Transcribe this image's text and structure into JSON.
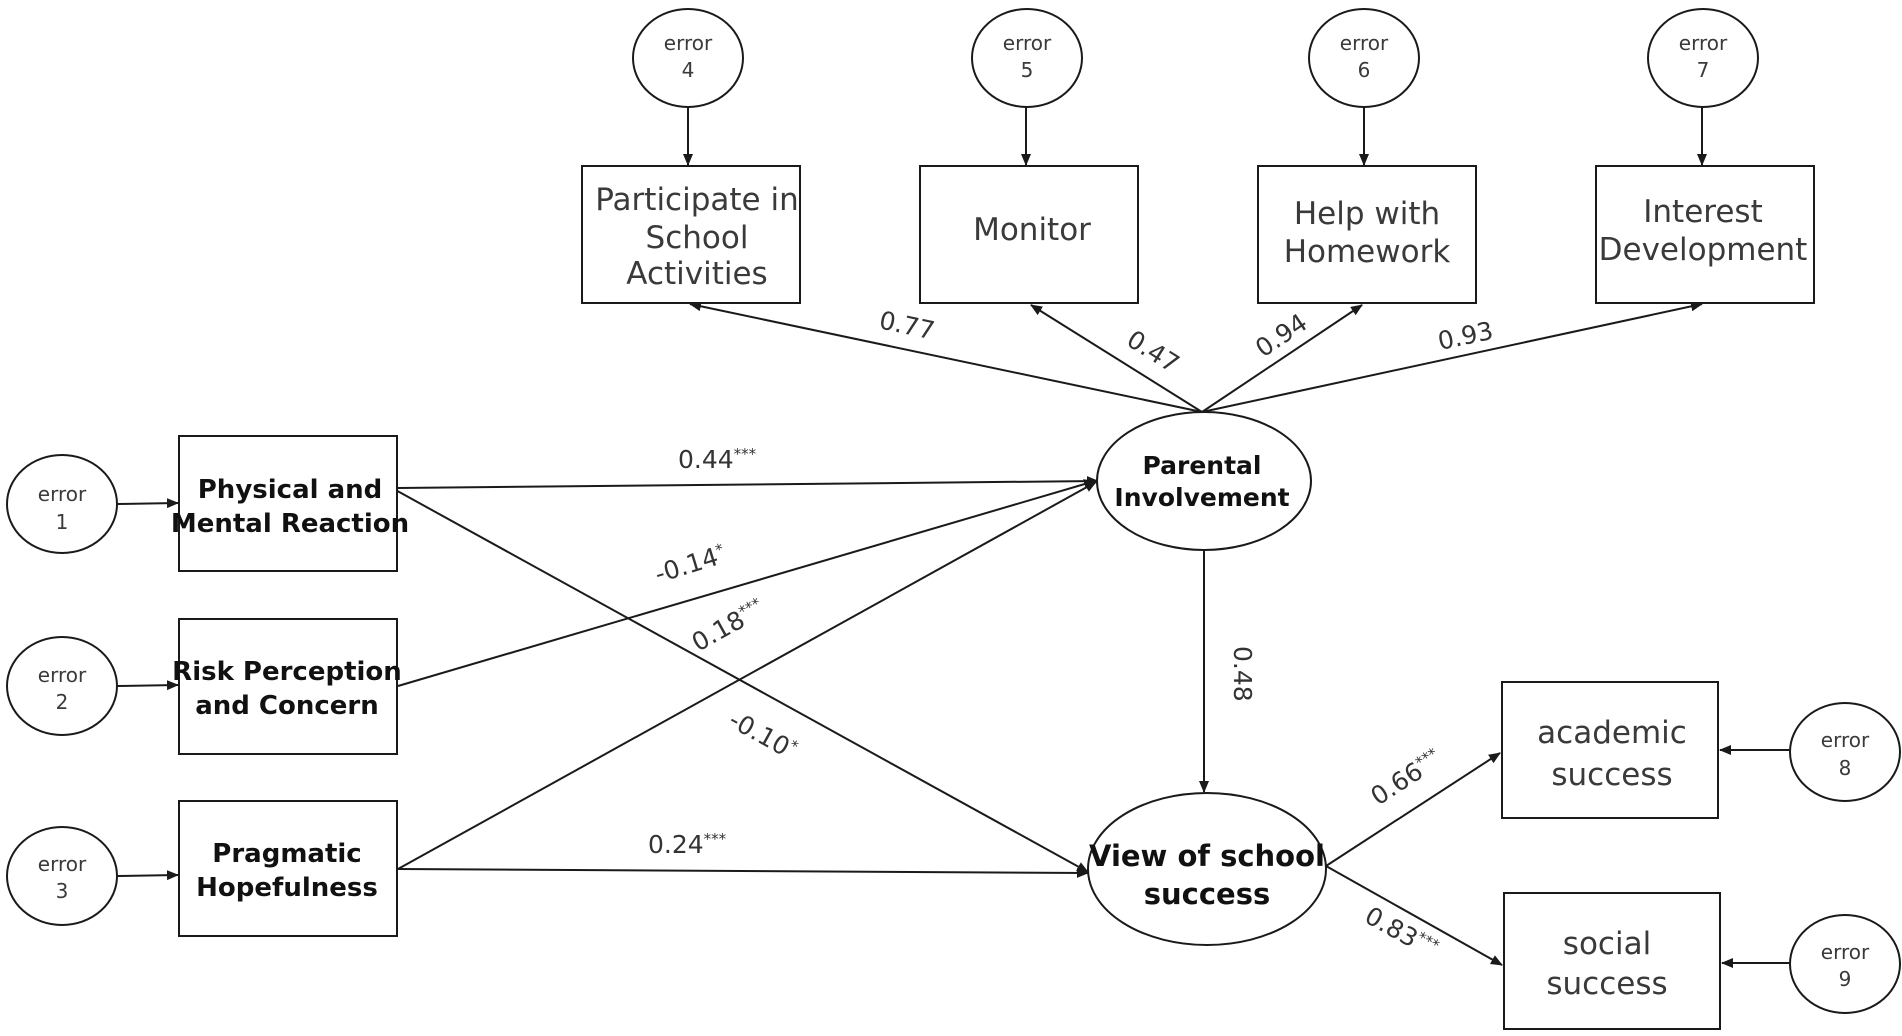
{
  "nodes": {
    "participate": [
      "Participate in",
      "School",
      "Activities"
    ],
    "monitor": [
      "Monitor"
    ],
    "homework": [
      "Help with",
      "Homework"
    ],
    "interest": [
      "Interest",
      "Development"
    ],
    "physical": [
      "Physical and",
      "Mental Reaction"
    ],
    "risk": [
      "Risk Perception",
      "and Concern"
    ],
    "pragmatic": [
      "Pragmatic",
      "Hopefulness"
    ],
    "parental": [
      "Parental",
      "Involvement"
    ],
    "view": [
      "View of school",
      "success"
    ],
    "academic": [
      "academic",
      "success"
    ],
    "social": [
      "social",
      "success"
    ]
  },
  "errors": {
    "e1": [
      "error",
      "1"
    ],
    "e2": [
      "error",
      "2"
    ],
    "e3": [
      "error",
      "3"
    ],
    "e4": [
      "error",
      "4"
    ],
    "e5": [
      "error",
      "5"
    ],
    "e6": [
      "error",
      "6"
    ],
    "e7": [
      "error",
      "7"
    ],
    "e8": [
      "error",
      "8"
    ],
    "e9": [
      "error",
      "9"
    ]
  },
  "paths": {
    "pi_participate": {
      "value": "0.77",
      "sig": ""
    },
    "pi_monitor": {
      "value": "0.47",
      "sig": ""
    },
    "pi_homework": {
      "value": "0.94",
      "sig": ""
    },
    "pi_interest": {
      "value": "0.93",
      "sig": ""
    },
    "physical_pi": {
      "value": "0.44",
      "sig": "***"
    },
    "risk_pi": {
      "value": "-0.14",
      "sig": "*"
    },
    "pragmatic_pi": {
      "value": "0.18",
      "sig": "***"
    },
    "physical_view": {
      "value": "-0.10",
      "sig": "*"
    },
    "pragmatic_view": {
      "value": "0.24",
      "sig": "***"
    },
    "pi_view": {
      "value": "0.48",
      "sig": ""
    },
    "view_academic": {
      "value": "0.66",
      "sig": "***"
    },
    "view_social": {
      "value": "0.83",
      "sig": "***"
    }
  }
}
